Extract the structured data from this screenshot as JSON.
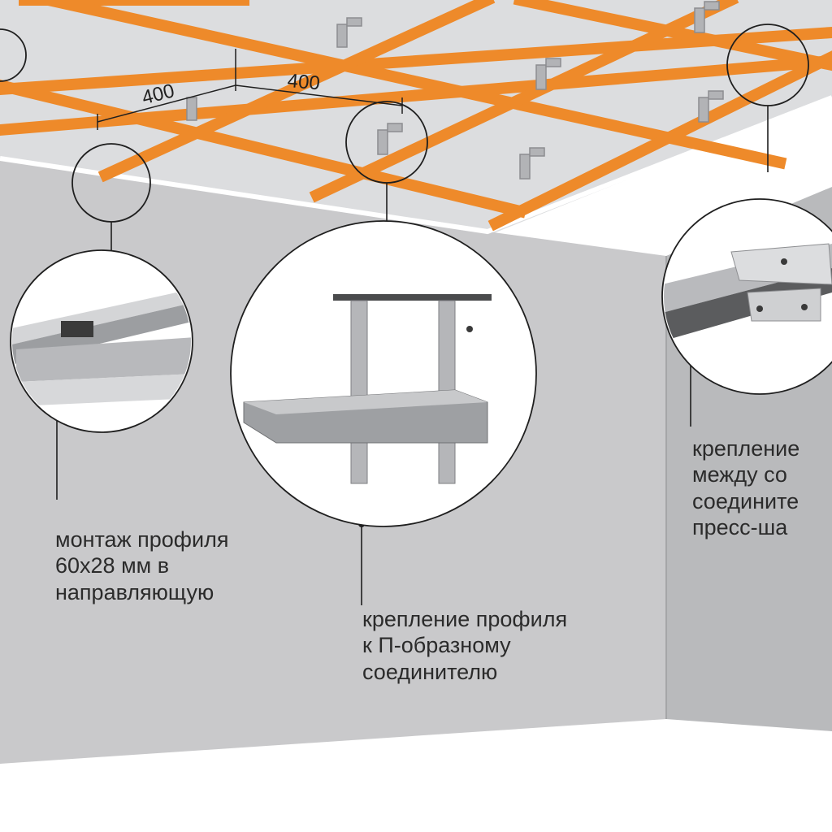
{
  "dimensions": {
    "spacing_left": "400",
    "spacing_right": "400"
  },
  "callouts": [
    {
      "id": "guide-mount",
      "text": "монтаж профиля\n60х28 мм в\nнаправляющую"
    },
    {
      "id": "u-connector",
      "text": "крепление профиля\nк П-образному\nсоединителю"
    },
    {
      "id": "cross-connector",
      "text": "крепление\nмежду со\nсоедините\nпресс-ша"
    }
  ],
  "colors": {
    "profile": "#ee8a2a",
    "wall": "#c8c8ca",
    "ceiling": "#d9dadc",
    "metal": "#a9abae"
  }
}
